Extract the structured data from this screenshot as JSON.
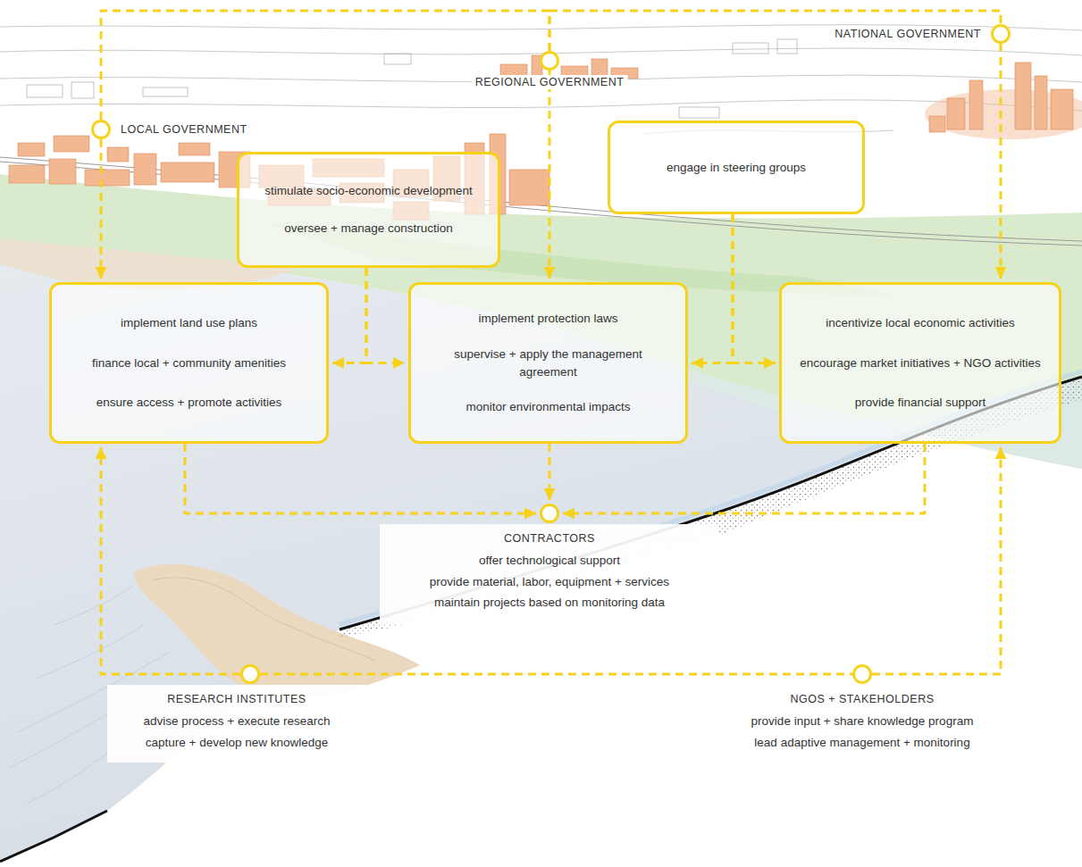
{
  "diagram": {
    "nodes": [
      {
        "text": [
          "NATIONAL GOVERNMENT"
        ]
      },
      {
        "text": [
          "REGIONAL GOVERNMENT"
        ]
      },
      {
        "text": [
          "LOCAL GOVERNMENT"
        ]
      },
      {
        "text": [
          "engage in steering groups"
        ]
      },
      {
        "text": [
          "stimulate socio-economic development",
          "oversee + manage construction"
        ]
      },
      {
        "text": [
          "implement land use plans",
          "finance local + community amenities",
          "ensure access + promote activities"
        ]
      },
      {
        "text": [
          "implement protection laws",
          "supervise + apply the management agreement",
          "monitor environmental impacts"
        ]
      },
      {
        "text": [
          "incentivize local economic activities",
          "encourage market initiatives + NGO activities",
          "provide financial support"
        ]
      },
      {
        "text": [
          "CONTRACTORS",
          "offer technological support",
          "provide material, labor, equipment + services",
          "maintain projects based on monitoring data"
        ]
      },
      {
        "text": [
          "RESEARCH INSTITUTES",
          "advise process + execute research",
          "capture + develop new knowledge"
        ]
      },
      {
        "text": [
          "NGOS + STAKEHOLDERS",
          "provide input + share knowledge program",
          "lead adaptive management + monitoring"
        ]
      }
    ],
    "edges": [
      {
        "from": 2,
        "to": 1,
        "arrow": "none"
      },
      {
        "from": 1,
        "to": 0,
        "arrow": "none"
      },
      {
        "from": 2,
        "to": 5,
        "arrow": "to"
      },
      {
        "from": 1,
        "to": 6,
        "arrow": "to"
      },
      {
        "from": 0,
        "to": 7,
        "arrow": "to"
      },
      {
        "from": 4,
        "to": 5,
        "arrow": "to"
      },
      {
        "from": 4,
        "to": 6,
        "arrow": "to"
      },
      {
        "from": 3,
        "to": 6,
        "arrow": "to"
      },
      {
        "from": 3,
        "to": 7,
        "arrow": "to"
      },
      {
        "from": 5,
        "to": 8,
        "arrow": "to"
      },
      {
        "from": 6,
        "to": 8,
        "arrow": "to"
      },
      {
        "from": 7,
        "to": 8,
        "arrow": "to"
      },
      {
        "from": 9,
        "to": 5,
        "arrow": "to"
      },
      {
        "from": 10,
        "to": 7,
        "arrow": "to"
      },
      {
        "from": 9,
        "to": 10,
        "arrow": "none"
      }
    ]
  }
}
